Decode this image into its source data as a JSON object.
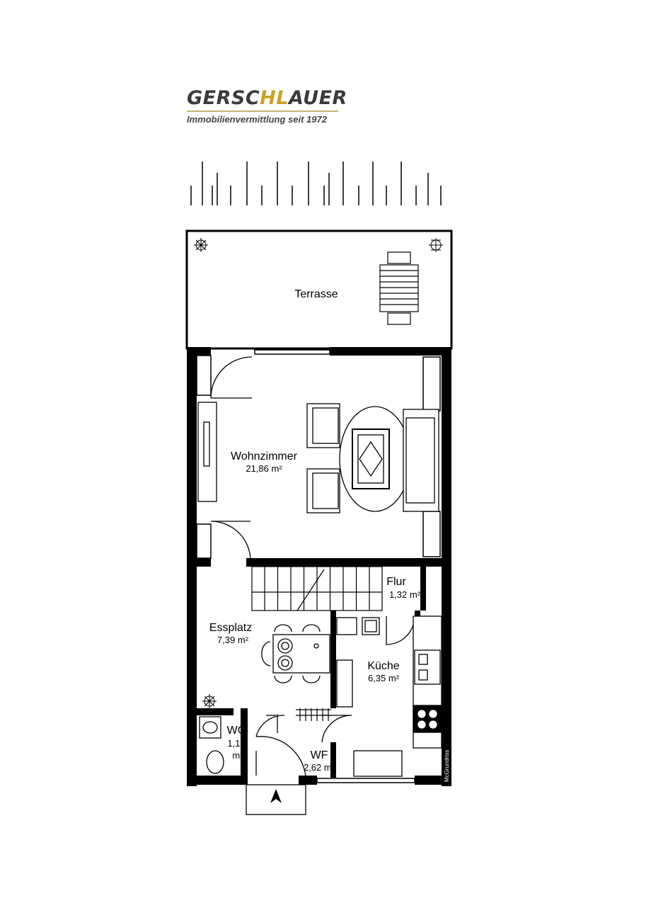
{
  "logo": {
    "brand_part1": "GERSC",
    "brand_accent": "HL",
    "brand_part2": "AUER",
    "tagline": "Immobilienvermittlung seit 1972",
    "accent_color": "#c9a227"
  },
  "rooms": [
    {
      "name": "Terrasse",
      "area": ""
    },
    {
      "name": "Wohnzimmer",
      "area": "21,86 m²"
    },
    {
      "name": "Flur",
      "area": "1,32 m²"
    },
    {
      "name": "Essplatz",
      "area": "7,39 m²"
    },
    {
      "name": "Küche",
      "area": "6,35 m²"
    },
    {
      "name": "WC",
      "area_line1": "1,12",
      "area_line2": "m²"
    },
    {
      "name": "WF",
      "area": "2,62 m²"
    }
  ],
  "watermark": "McGrundriss",
  "entrance_icon": "north-arrow-icon"
}
